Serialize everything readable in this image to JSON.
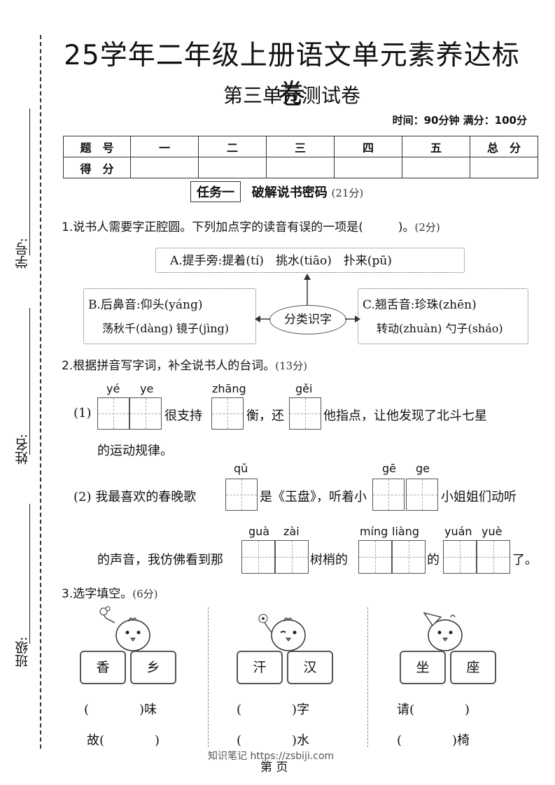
{
  "side": {
    "xuehao": "学号:",
    "xingming": "姓名:",
    "banji": "班级:"
  },
  "title": "25学年二年级上册语文单元素养达标卷",
  "subtitle": "第三单元测试卷",
  "timeinfo": "时间：90分钟 满分：100分",
  "score_table": {
    "row1_label": "题　号",
    "cols": [
      "一",
      "二",
      "三",
      "四",
      "五",
      "总　分"
    ],
    "row2_label": "得　分"
  },
  "task1": {
    "box": "任务一",
    "title": "破解说书密码",
    "pts": "(21分)"
  },
  "q1": {
    "text": "1.说书人需要字正腔圆。下列加点字的读音有误的一项是(",
    "text_end": ")。",
    "pts": "(2分)",
    "a": "A.提手旁:提着(tí)　挑水(tiāo)　扑来(pū)",
    "b1": "B.后鼻音:仰头(yáng)",
    "b2": "荡秋千(dàng) 镜子(jìng)",
    "c1": "C.翘舌音:珍珠(zhēn)",
    "c2": "转动(zhuàn) 勺子(sháo)",
    "center": "分类识字"
  },
  "q2": {
    "text": "2.根据拼音写字词，补全说书人的台词。",
    "pts": "(13分)",
    "py1": [
      "yé",
      "ye"
    ],
    "py2": "zhāng",
    "py3": "gěi",
    "l1_a": "(1)",
    "l1_b": "很支持",
    "l1_c": "衡，还",
    "l1_d": "他指点，让他发现了北斗七星",
    "l1_e": "的运动规律。",
    "py4": "qǔ",
    "py5": [
      "gē",
      "ge"
    ],
    "l2_a": "(2) 我最喜欢的春晚歌",
    "l2_b": "是《玉盘》，听着小",
    "l2_c": "小姐姐们动听",
    "py6": [
      "guà",
      "zài"
    ],
    "py7": [
      "míng",
      "liàng"
    ],
    "py8": [
      "yuán",
      "yuè"
    ],
    "l3_a": "的声音，我仿佛看到那",
    "l3_b": "树梢的",
    "l3_c": "的",
    "l3_d": "了。"
  },
  "q3": {
    "text": "3.选字填空。",
    "pts": "(6分)",
    "g1": {
      "c1": "香",
      "c2": "乡",
      "f1": "(　　　　)味",
      "f2": "故(　　　　)"
    },
    "g2": {
      "c1": "汗",
      "c2": "汉",
      "f1": "(　　　　)字",
      "f2": "(　　　　)水"
    },
    "g3": {
      "c1": "坐",
      "c2": "座",
      "f1": "请(　　　　)",
      "f2": "(　　　　)椅"
    }
  },
  "watermark": "知识笔记 https://zsbiji.com",
  "footer": "第 页"
}
